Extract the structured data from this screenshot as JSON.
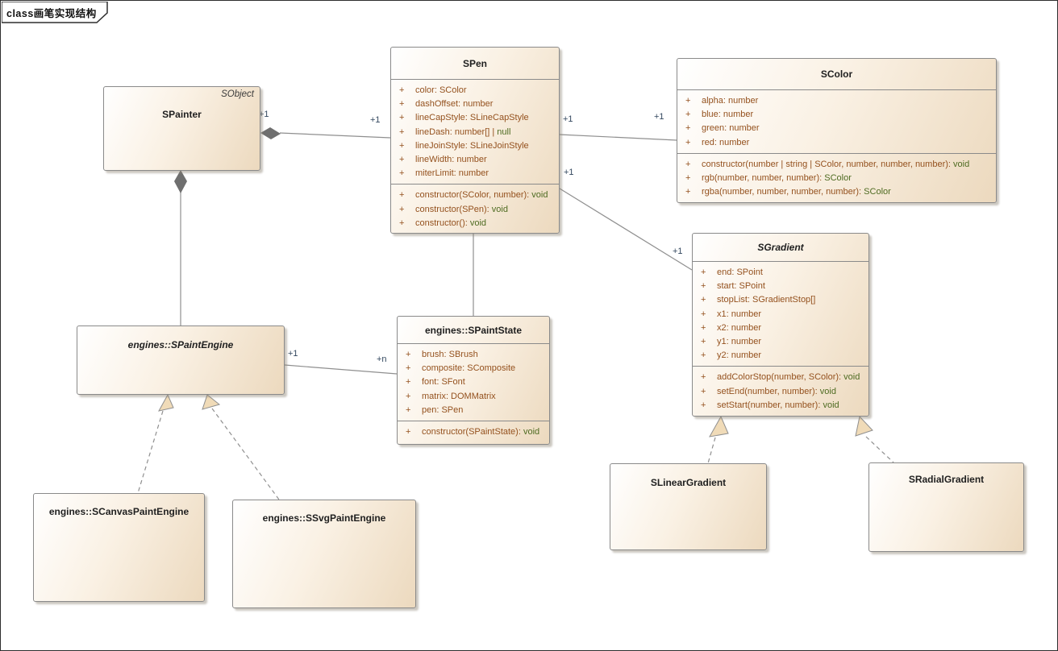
{
  "frame": {
    "keyword": "class",
    "title": "画笔实现结构"
  },
  "colors": {
    "box_fill_light": "#ffffff",
    "box_fill_dark": "#ecd9be",
    "box_border": "#8a8a8a",
    "member_text": "#94511e",
    "keyword_text": "#4e6b21",
    "multiplicity_text": "#33475e",
    "connector_line": "#8f8f8f",
    "composition_diamond": "#6f6f6f",
    "realization_triangle": "#f0dbb8"
  },
  "classes": [
    {
      "id": "spen",
      "name": "SPen",
      "abstract": false,
      "attributes": [
        "color: SColor",
        "dashOffset: number",
        "lineCapStyle: SLineCapStyle",
        "lineDash: number[] | null",
        "lineJoinStyle: SLineJoinStyle",
        "lineWidth: number",
        "miterLimit: number"
      ],
      "methods": [
        "constructor(SColor, number): void",
        "constructor(SPen): void",
        "constructor(): void"
      ]
    },
    {
      "id": "scolor",
      "name": "SColor",
      "abstract": false,
      "attributes": [
        "alpha: number",
        "blue: number",
        "green: number",
        "red: number"
      ],
      "methods": [
        "constructor(number | string | SColor, number, number, number): void",
        "rgb(number, number, number): SColor",
        "rgba(number, number, number, number): SColor"
      ]
    },
    {
      "id": "spainter",
      "name": "SPainter",
      "abstract": false,
      "stereotype": "SObject",
      "attributes": [],
      "methods": []
    },
    {
      "id": "sgradient",
      "name": "SGradient",
      "abstract": true,
      "attributes": [
        "end: SPoint",
        "start: SPoint",
        "stopList: SGradientStop[]",
        "x1: number",
        "x2: number",
        "y1: number",
        "y2: number"
      ],
      "methods": [
        "addColorStop(number, SColor): void",
        "setEnd(number, number): void",
        "setStart(number, number): void"
      ]
    },
    {
      "id": "spaintengine",
      "name": "engines::SPaintEngine",
      "abstract": true,
      "attributes": [],
      "methods": []
    },
    {
      "id": "spaintstate",
      "name": "engines::SPaintState",
      "abstract": false,
      "attributes": [
        "brush: SBrush",
        "composite: SComposite",
        "font: SFont",
        "matrix: DOMMatrix",
        "pen: SPen"
      ],
      "methods": [
        "constructor(SPaintState): void"
      ]
    },
    {
      "id": "scanvas",
      "name": "engines::SCanvasPaintEngine",
      "abstract": false,
      "attributes": [],
      "methods": []
    },
    {
      "id": "ssvg",
      "name": "engines::SSvgPaintEngine",
      "abstract": false,
      "attributes": [],
      "methods": []
    },
    {
      "id": "slinear",
      "name": "SLinearGradient",
      "abstract": false,
      "attributes": [],
      "methods": []
    },
    {
      "id": "sradial",
      "name": "SRadialGradient",
      "abstract": false,
      "attributes": [],
      "methods": []
    }
  ],
  "edges": [
    {
      "id": "painter-pen",
      "type": "composition",
      "from": "SPainter",
      "to": "SPen",
      "from_label": "+1",
      "to_label": "+1"
    },
    {
      "id": "pen-color",
      "type": "association",
      "from": "SPen",
      "to": "SColor",
      "from_label": "+1",
      "to_label": "+1"
    },
    {
      "id": "pen-gradient",
      "type": "association",
      "from": "SPen",
      "to": "SGradient",
      "from_label": "+1",
      "to_label": "+1"
    },
    {
      "id": "painter-engine",
      "type": "composition",
      "from": "SPainter",
      "to": "engines::SPaintEngine"
    },
    {
      "id": "engine-state",
      "type": "association",
      "from": "engines::SPaintEngine",
      "to": "engines::SPaintState",
      "from_label": "+1",
      "to_label": "+n"
    },
    {
      "id": "pen-state",
      "type": "association",
      "from": "SPen",
      "to": "engines::SPaintState"
    },
    {
      "id": "canvas-engine",
      "type": "realization",
      "from": "engines::SCanvasPaintEngine",
      "to": "engines::SPaintEngine"
    },
    {
      "id": "svg-engine",
      "type": "realization",
      "from": "engines::SSvgPaintEngine",
      "to": "engines::SPaintEngine"
    },
    {
      "id": "linear-gradient",
      "type": "realization",
      "from": "SLinearGradient",
      "to": "SGradient"
    },
    {
      "id": "radial-gradient",
      "type": "realization",
      "from": "SRadialGradient",
      "to": "SGradient"
    }
  ]
}
